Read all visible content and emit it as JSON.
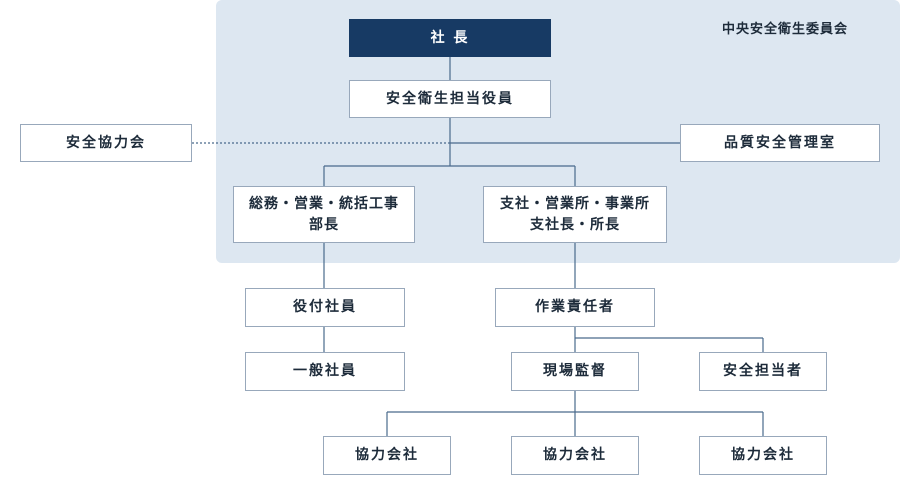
{
  "committee": {
    "label": "中央安全衛生委員会"
  },
  "nodes": {
    "president": "社 長",
    "safety_officer": "安全衛生担当役員",
    "cooperation_association": "安全協力会",
    "quality_office": "品質安全管理室",
    "general_affairs_head_line1": "総務・営業・統括工事",
    "general_affairs_head_line2": "部長",
    "branch_head_line1": "支社・営業所・事業所",
    "branch_head_line2": "支社長・所長",
    "executive_staff": "役付社員",
    "general_staff": "一般社員",
    "work_manager": "作業責任者",
    "site_supervisor": "現場監督",
    "safety_person": "安全担当者",
    "partner_company_1": "協力会社",
    "partner_company_2": "協力会社",
    "partner_company_3": "協力会社"
  },
  "colors": {
    "committee_background": "#dde7f1",
    "top_node": "#173a64",
    "border": "#98a8bb",
    "line": "#4a6a8c"
  }
}
